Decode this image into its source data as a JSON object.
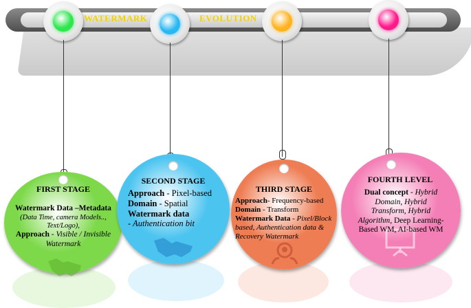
{
  "timeline": {
    "title_left": "WATERMARK",
    "title_right": "EVOLUTION",
    "knob_colors": [
      "#2ee64d",
      "#29b8f2",
      "#ffb320",
      "#ff1a8c"
    ]
  },
  "stages": [
    {
      "title": "FIRST STAGE",
      "line1_bold": "Watermark Data –Metadata",
      "line2_italic": "(Data Time, camera Models..,",
      "line3_italic": "Text/Logo),",
      "approach_label": "Approach",
      "approach_value": " - Visible / Invisible",
      "approach_value2": "Watermark",
      "color": "#7dd94a",
      "icon": "handshake-icon"
    },
    {
      "title": "SECOND STAGE",
      "approach_label": "Approach",
      "approach_value": " - Pixel-based",
      "domain_label": "Domain",
      "domain_value": "  - Spatial",
      "data_label": "Watermark data",
      "data_value": " - Authentication bit",
      "color": "#4cc4f0",
      "icon": "handshake-icon"
    },
    {
      "title": "THIRD STAGE",
      "approach_label": "Approach",
      "approach_value": "- Frequency-based",
      "domain_label": "Domain",
      "domain_value": " - Transform",
      "data_label": "Watermark Data",
      "data_value": " - Pixel/Block",
      "data_value2": "based, Authentication data &",
      "data_value3": "Recovery Watermark",
      "color": "#ee7d54",
      "icon": "people-target-icon"
    },
    {
      "title": "FOURTH LEVEL",
      "concept_label": "Dual concept",
      "concept_value": " - Hybrid",
      "concept_line2": "Domain, Hybrid",
      "concept_line3": "Transform, Hybrid",
      "concept_line4a": "Algorithm,",
      "concept_line4b": " Deep Learning-",
      "concept_line5": "Based WM, AI-based WM",
      "color": "#f47fb6",
      "icon": "presentation-board-icon"
    }
  ]
}
